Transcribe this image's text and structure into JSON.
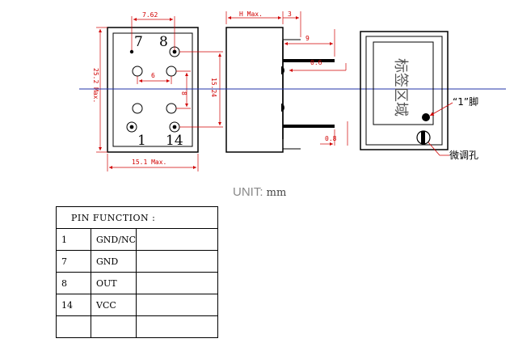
{
  "dimensions": {
    "pin_pitch": "7.62",
    "h_max": "H Max.",
    "height_3": "3",
    "lead_9": "9",
    "lead_06": "0.6",
    "lead_08": "0.8",
    "pin_6": "6",
    "pin_8": "8",
    "row_1524": "15.24",
    "len_252": "25.2 Max.",
    "width_151": "15.1 Max."
  },
  "pins": {
    "p7": "7",
    "p8": "8",
    "p1": "1",
    "p14": "14"
  },
  "label_area": "标签区域",
  "pin1_label": "“1”脚",
  "adjust_hole_label": "微调孔",
  "unit": {
    "prefix": "UNIT:",
    "value": "mm"
  },
  "pin_table": {
    "header": "PIN FUNCTION :",
    "rows": [
      {
        "pin": "1",
        "function": "GND/NC",
        "note": ""
      },
      {
        "pin": "7",
        "function": "GND",
        "note": ""
      },
      {
        "pin": "8",
        "function": "OUT",
        "note": ""
      },
      {
        "pin": "14",
        "function": "VCC",
        "note": ""
      },
      {
        "pin": "",
        "function": "",
        "note": ""
      }
    ]
  },
  "colors": {
    "dimension": "#d10000",
    "outline": "#000000",
    "unit_text": "#8a8a8a"
  }
}
